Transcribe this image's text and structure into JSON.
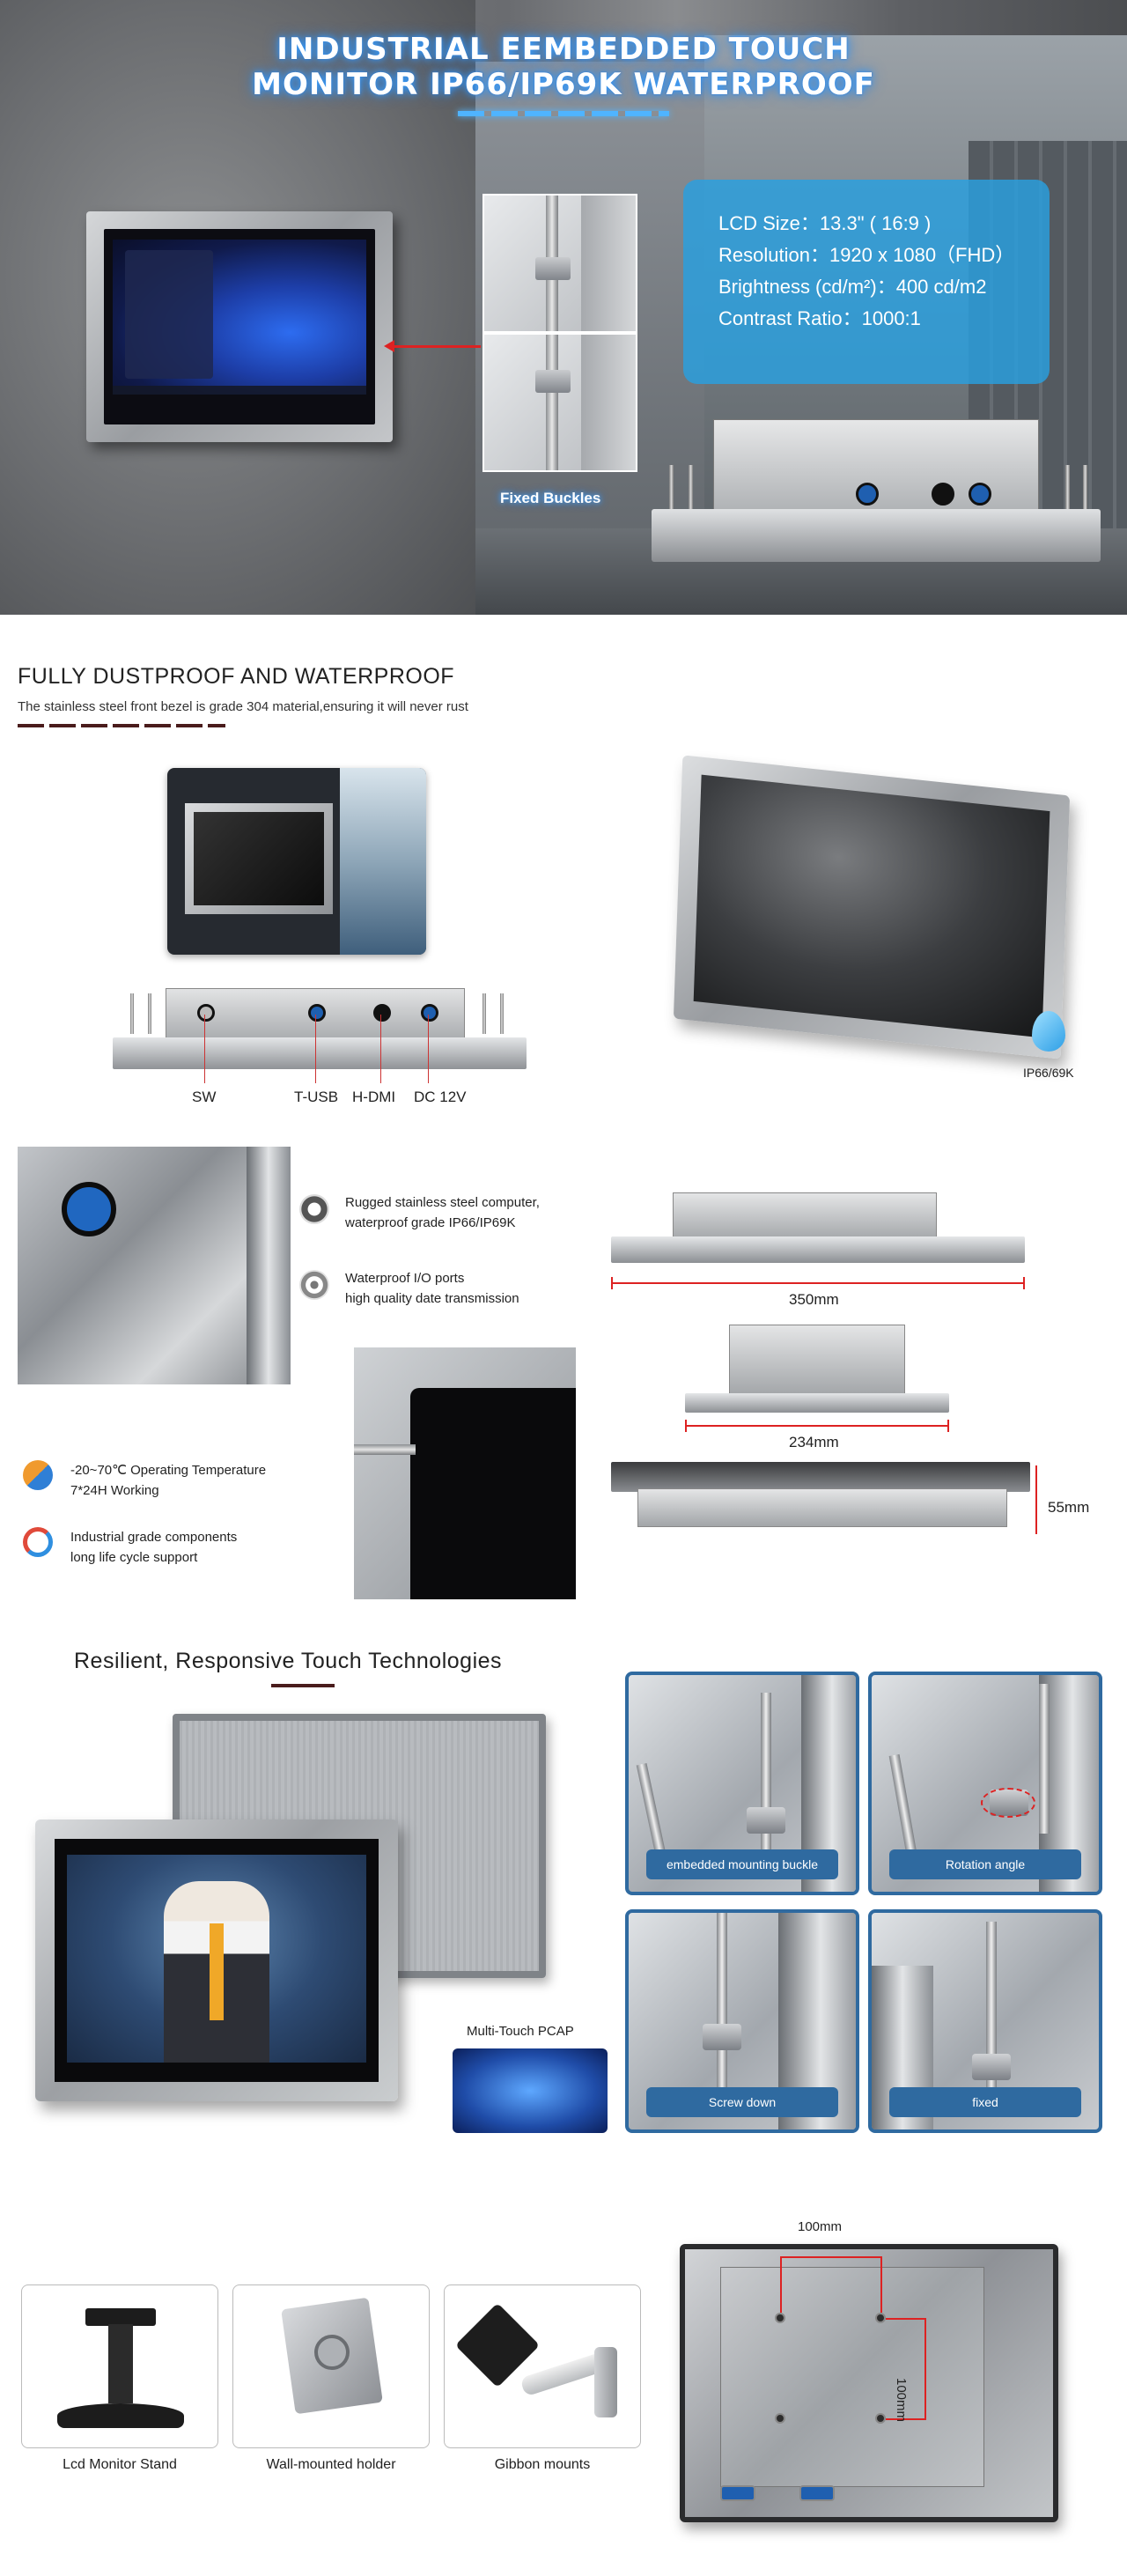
{
  "hero": {
    "title_line1": "INDUSTRIAL EEMBEDDED TOUCH",
    "title_line2": "MONITOR IP66/IP69K WATERPROOF",
    "buckle_label": "Fixed Buckles",
    "specs": [
      "LCD Size：13.3\" ( 16:9 )",
      "Resolution：1920 x 1080（FHD）",
      "Brightness (cd/m²)：400 cd/m2",
      "Contrast Ratio：1000:1"
    ]
  },
  "dustproof": {
    "title": "FULLY DUSTPROOF AND WATERPROOF",
    "subtitle": "The stainless steel front bezel is grade 304 material,ensuring it will never rust",
    "ports": [
      "SW",
      "T-USB",
      "H-DMI",
      "DC 12V"
    ],
    "rating": "IP66/69K"
  },
  "features": {
    "items": [
      {
        "line1": "Rugged stainless steel computer,",
        "line2": "waterproof grade IP66/IP69K",
        "icon": "diamond-icon"
      },
      {
        "line1": "Waterproof  I/O ports",
        "line2": "high quality date transmission",
        "icon": "connector-icon"
      },
      {
        "line1": "-20~70℃ Operating Temperature",
        "line2": "7*24H Working",
        "icon": "thermometer-icon"
      },
      {
        "line1": "Industrial grade components",
        "line2": "long life cycle support",
        "icon": "cycle-icon"
      }
    ],
    "dimensions": {
      "width": "350mm",
      "height": "234mm",
      "depth": "55mm"
    }
  },
  "touch": {
    "title": "Resilient, Responsive Touch Technologies",
    "pcap_label": "Multi-Touch PCAP",
    "steps": [
      "embedded mounting buckle",
      "Rotation angle",
      "Screw down",
      "fixed"
    ]
  },
  "mounting": {
    "options": [
      "Lcd Monitor Stand",
      "Wall-mounted holder",
      "Gibbon mounts"
    ],
    "vesa_h": "100mm",
    "vesa_v": "100mm"
  },
  "colors": {
    "accent_blue": "#2f6aa0",
    "dimension_red": "#d22222",
    "spec_box": "#28a0e1"
  }
}
